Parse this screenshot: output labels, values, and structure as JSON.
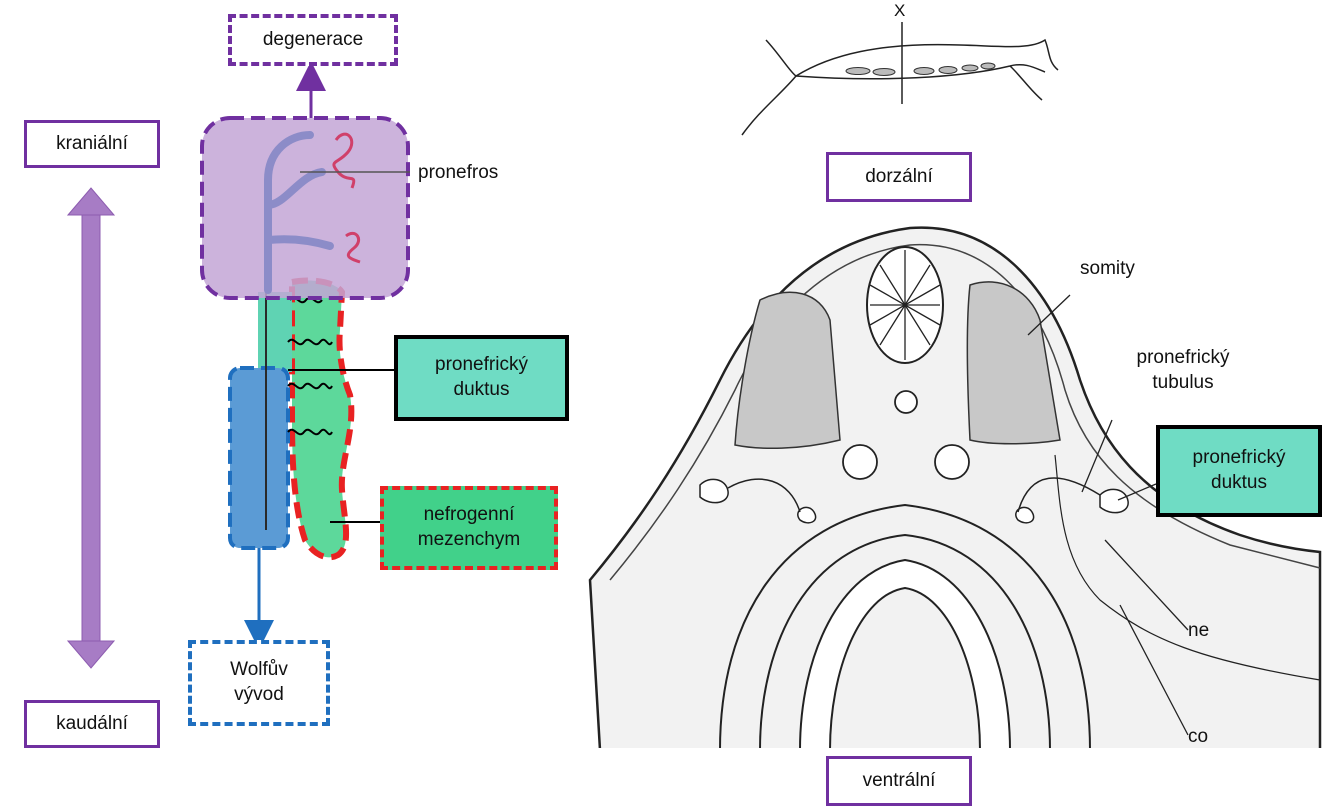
{
  "labels": {
    "degeneration": "degenerace",
    "cranial": "kraniální",
    "caudal": "kaudální",
    "pronephros": "pronefros",
    "pronephric_duct_left": "pronefrický\nduktus",
    "nephrogenic_mesenchyme": "nefrogenní\nmezenchym",
    "wolffian_duct": "Wolfův\nvývod",
    "dorsal": "dorzální",
    "ventral": "ventrální",
    "section_mark": "X",
    "somites": "somity",
    "pronephric_tubule": "pronefrický\ntubulus",
    "pronephric_duct_right": "pronefrický\nduktus",
    "cut_ne": "ne",
    "cut_co": "co"
  },
  "colors": {
    "purple": "#7030a0",
    "pronephros_fill": "#c3a6d6",
    "teal": "#6fdcc4",
    "green": "#41d18a",
    "red_dash": "#e82222",
    "blue": "#1f6fbf",
    "blue_fill": "#5b9bd5"
  }
}
